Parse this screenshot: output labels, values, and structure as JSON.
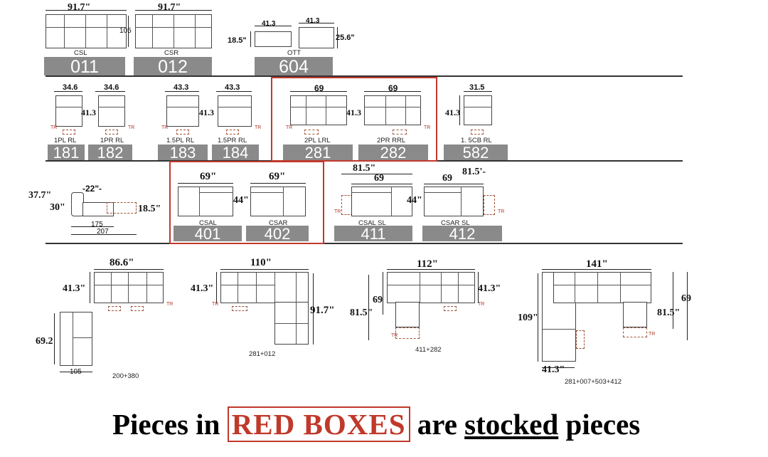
{
  "colors": {
    "accent_red": "#c0392b",
    "code_bg": "#8a8a8a",
    "line": "#333333"
  },
  "row1": {
    "csl": {
      "width": "91.7\"",
      "label": "CSL",
      "code": "011"
    },
    "csr": {
      "width": "91.7\"",
      "depth": "105",
      "label": "CSR",
      "code": "012"
    },
    "ott": {
      "top1": "41.3",
      "top2": "41.3",
      "left": "18.5\"",
      "right": "25.6\"",
      "label": "OTT",
      "code": "604"
    }
  },
  "row2": {
    "p181": {
      "width": "34.6",
      "label": "1PL RL",
      "code": "181"
    },
    "p182": {
      "width": "34.6",
      "height": "41.3",
      "label": "1PR RL",
      "code": "182"
    },
    "p183": {
      "width": "43.3",
      "label": "1.5PL RL",
      "code": "183"
    },
    "p184": {
      "width": "43.3",
      "height": "41.3",
      "label": "1.5PR RL",
      "code": "184"
    },
    "p281": {
      "width": "69",
      "label": "2PL LRL",
      "code": "281"
    },
    "p282": {
      "width": "69",
      "height": "41.3",
      "label": "2PR RRL",
      "code": "282"
    },
    "p582": {
      "width": "31.5",
      "height": "41.3",
      "label": "1. 5CB  RL",
      "code": "582"
    }
  },
  "row3": {
    "profile": {
      "h1": "37.7\"",
      "h2": "30\"",
      "h3": "18.5\"",
      "recl": "-22\"-",
      "d1": "175",
      "d2": "207"
    },
    "p401": {
      "width": "69\"",
      "label": "CSAL",
      "code": "401"
    },
    "p402": {
      "width": "69\"",
      "height": "44\"",
      "label": "CSAR",
      "code": "402"
    },
    "p411": {
      "width_top": "81.5\"",
      "width": "69",
      "label": "CSAL SL",
      "code": "411"
    },
    "p412": {
      "width": "69",
      "width_top": "81.5'-",
      "height": "44\"",
      "label": "CSAR SL",
      "code": "412"
    }
  },
  "row4": {
    "c1": {
      "width": "86.6\"",
      "height": "41.3\"",
      "side": "69.2",
      "bottom": "105",
      "combo": "200+380"
    },
    "c2": {
      "width": "110\"",
      "height": "41.3\"",
      "depth": "91.7\"",
      "combo": "281+012"
    },
    "c3": {
      "width": "112\"",
      "left_inner": "69",
      "left": "81.5\"",
      "right": "41.3\"",
      "combo": "411+282"
    },
    "c4": {
      "width": "141\"",
      "left": "109\"",
      "bottom": "41.3\"",
      "right_inner": "69",
      "right": "81.5\"",
      "combo": "281+007+503+412"
    }
  },
  "misc": {
    "tr": "TR"
  },
  "footer": {
    "p1": "Pieces in ",
    "red": "RED BOXES",
    "p2": " are ",
    "ul": "stocked",
    "p3": " pieces"
  }
}
